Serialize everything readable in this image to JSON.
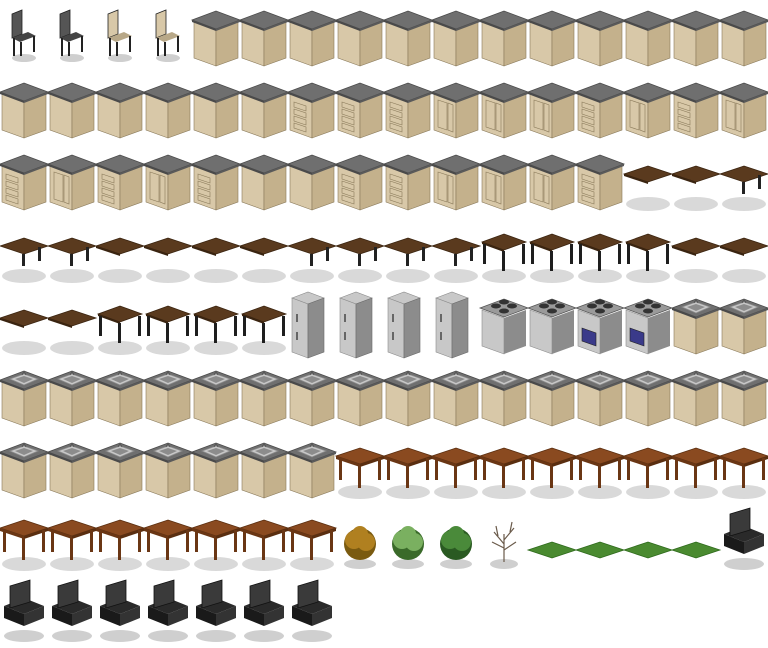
{
  "sheet": {
    "background": "#ffffff",
    "columns": 16,
    "colors": {
      "counter_top": "#6f6f6f",
      "counter_rim": "#4a4a4a",
      "cabinet_left": "#d8c8a8",
      "cabinet_right": "#c4b18c",
      "cabinet_line": "#8a7a5a",
      "wood_top": "#5a3a1e",
      "wood_table": "#8a4a20",
      "steel_light": "#c8c8c8",
      "steel_dark": "#8c8c8c",
      "oven_window": "#3a3a8a",
      "grass": "#4a8a30",
      "tree_autumn": "#b08020",
      "tree_green": "#4a8a3a",
      "seat_dark": "#2a2a2a",
      "shadow": "#cfcfcf"
    },
    "rows": [
      {
        "row": "row-1",
        "kinds": [
          "chair",
          "chair",
          "chair-beige",
          "chair-beige",
          "counter",
          "counter",
          "counter",
          "counter",
          "counter",
          "counter",
          "counter",
          "counter",
          "counter",
          "counter",
          "counter",
          "counter"
        ]
      },
      {
        "row": "row-2",
        "kinds": [
          "counter",
          "counter",
          "counter",
          "counter",
          "counter",
          "counter",
          "counter-drawers",
          "counter-drawers",
          "counter-drawers",
          "counter-doors",
          "counter-doors",
          "counter-doors",
          "counter-drawers",
          "counter-doors",
          "counter-drawers",
          "counter-doors"
        ]
      },
      {
        "row": "row-3",
        "kinds": [
          "counter-drawers",
          "counter-doors",
          "counter-drawers",
          "counter-doors",
          "counter-drawers",
          "counter",
          "counter",
          "counter-drawers",
          "counter-drawers",
          "counter-doors",
          "counter-doors",
          "counter-doors",
          "counter-drawers",
          "desk-top",
          "desk-top",
          "desk-corner"
        ]
      },
      {
        "row": "row-4",
        "kinds": [
          "desk-corner",
          "desk-corner",
          "desk-top",
          "desk-top",
          "desk-top",
          "desk-top",
          "desk-corner",
          "desk-corner",
          "desk-corner",
          "desk-corner",
          "desk",
          "desk",
          "desk",
          "desk",
          "desk-top",
          "desk-top"
        ]
      },
      {
        "row": "row-5",
        "kinds": [
          "desk-top",
          "desk-top",
          "desk",
          "desk",
          "desk",
          "desk",
          "fridge",
          "fridge",
          "fridge",
          "fridge",
          "stove",
          "stove",
          "stove-oven",
          "stove-oven",
          "sink-counter",
          "sink-counter"
        ]
      },
      {
        "row": "row-6",
        "kinds": [
          "sink-counter",
          "sink-counter",
          "sink-counter",
          "sink-counter",
          "sink-counter",
          "sink-counter",
          "sink-counter",
          "sink-counter",
          "sink-counter",
          "sink-counter",
          "sink-counter",
          "sink-counter",
          "sink-counter",
          "sink-counter",
          "sink-counter",
          "sink-counter"
        ]
      },
      {
        "row": "row-7",
        "kinds": [
          "sink-counter",
          "sink-counter",
          "sink-counter",
          "sink-counter",
          "sink-counter",
          "sink-counter",
          "sink-counter",
          "table",
          "table",
          "table",
          "table",
          "table",
          "table",
          "table",
          "table",
          "table"
        ]
      },
      {
        "row": "row-8",
        "kinds": [
          "table",
          "table",
          "table",
          "table",
          "table",
          "table",
          "table",
          "shrub-autumn",
          "shrub-green",
          "shrub-dark",
          "shrub-bare",
          "grass",
          "grass",
          "grass",
          "grass",
          "armchair"
        ]
      },
      {
        "row": "row-9",
        "kinds": [
          "armchair",
          "armchair",
          "armchair",
          "armchair",
          "armchair",
          "armchair",
          "armchair"
        ]
      }
    ]
  }
}
